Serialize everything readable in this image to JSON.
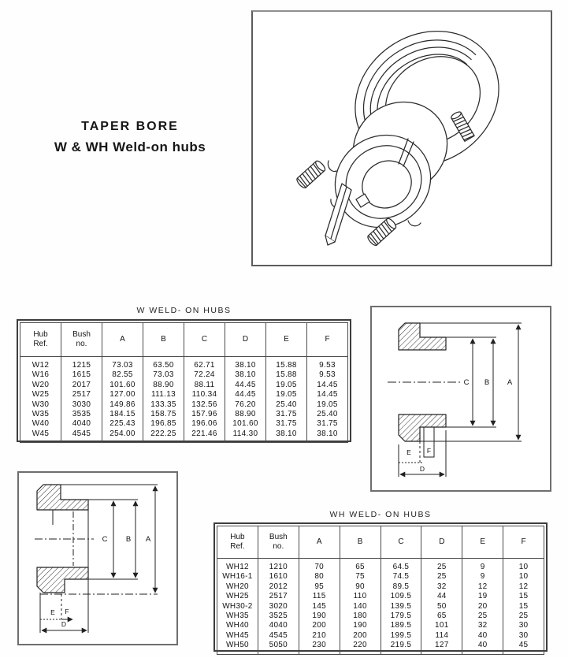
{
  "page": {
    "title_line1": "TAPER BORE",
    "title_line2": "W & WH Weld-on hubs"
  },
  "colors": {
    "ink": "#2b2b2b",
    "table_border": "#4c4c4c",
    "box_border": "#6e6e6e"
  },
  "w_table": {
    "title": "W WELD- ON HUBS",
    "headers": [
      "Hub\nRef.",
      "Bush\nno.",
      "A",
      "B",
      "C",
      "D",
      "E",
      "F"
    ],
    "rows": [
      [
        "W12",
        "1215",
        "73.03",
        "63.50",
        "62.71",
        "38.10",
        "15.88",
        "9.53"
      ],
      [
        "W16",
        "1615",
        "82.55",
        "73.03",
        "72.24",
        "38.10",
        "15.88",
        "9.53"
      ],
      [
        "W20",
        "2017",
        "101.60",
        "88.90",
        "88.11",
        "44.45",
        "19.05",
        "14.45"
      ],
      [
        "W25",
        "2517",
        "127.00",
        "111.13",
        "110.34",
        "44.45",
        "19.05",
        "14.45"
      ],
      [
        "W30",
        "3030",
        "149.86",
        "133.35",
        "132.56",
        "76.20",
        "25.40",
        "19.05"
      ],
      [
        "W35",
        "3535",
        "184.15",
        "158.75",
        "157.96",
        "88.90",
        "31.75",
        "25.40"
      ],
      [
        "W40",
        "4040",
        "225.43",
        "196.85",
        "196.06",
        "101.60",
        "31.75",
        "31.75"
      ],
      [
        "W45",
        "4545",
        "254.00",
        "222.25",
        "221.46",
        "114.30",
        "38.10",
        "38.10"
      ]
    ]
  },
  "wh_table": {
    "title": "WH WELD- ON HUBS",
    "headers": [
      "Hub\nRef.",
      "Bush\nno.",
      "A",
      "B",
      "C",
      "D",
      "E",
      "F"
    ],
    "rows": [
      [
        "WH12",
        "1210",
        "70",
        "65",
        "64.5",
        "25",
        "9",
        "10"
      ],
      [
        "WH16-1",
        "1610",
        "80",
        "75",
        "74.5",
        "25",
        "9",
        "10"
      ],
      [
        "WH20",
        "2012",
        "95",
        "90",
        "89.5",
        "32",
        "12",
        "12"
      ],
      [
        "WH25",
        "2517",
        "115",
        "110",
        "109.5",
        "44",
        "19",
        "15"
      ],
      [
        "WH30-2",
        "3020",
        "145",
        "140",
        "139.5",
        "50",
        "20",
        "15"
      ],
      [
        "WH35",
        "3525",
        "190",
        "180",
        "179.5",
        "65",
        "25",
        "25"
      ],
      [
        "WH40",
        "4040",
        "200",
        "190",
        "189.5",
        "101",
        "32",
        "30"
      ],
      [
        "WH45",
        "4545",
        "210",
        "200",
        "199.5",
        "114",
        "40",
        "30"
      ],
      [
        "WH50",
        "5050",
        "230",
        "220",
        "219.5",
        "127",
        "40",
        "45"
      ]
    ]
  },
  "right_diagram": {
    "labels": {
      "a": "A",
      "b": "B",
      "c": "C",
      "d": "D",
      "e": "E",
      "f": "F"
    }
  },
  "bottom_diagram": {
    "labels": {
      "a": "A",
      "b": "B",
      "c": "C",
      "d": "D",
      "e": "E",
      "f": "F"
    }
  }
}
